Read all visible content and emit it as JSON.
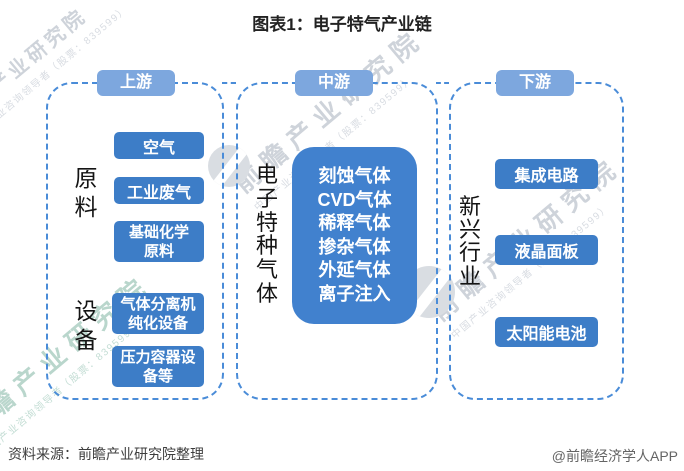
{
  "title": "图表1：电子特气产业链",
  "watermark": {
    "text": "前瞻产业研究院",
    "subtext": "中国产业咨询领导者（股票：839599）"
  },
  "upstream": {
    "header": "上游",
    "groups": [
      {
        "label": "原料",
        "items": [
          "空气",
          "工业废气",
          "基础化学\n原料"
        ]
      },
      {
        "label": "设备",
        "items": [
          "气体分离机\n纯化设备",
          "压力容器设\n备等"
        ]
      }
    ]
  },
  "midstream": {
    "header": "中游",
    "label": "电子特种气体",
    "items": [
      "刻蚀气体",
      "CVD气体",
      "稀释气体",
      "掺杂气体",
      "外延气体",
      "离子注入"
    ]
  },
  "downstream": {
    "header": "下游",
    "label": "新兴行业",
    "items": [
      "集成电路",
      "液晶面板",
      "太阳能电池"
    ]
  },
  "footer": {
    "source": "资料来源：前瞻产业研究院整理",
    "credit": "@前瞻经济学人APP"
  },
  "colors": {
    "box_blue": "#3D7DC7",
    "bigbox_blue": "#4181CE",
    "header_blue": "#7DA7DE",
    "dash_blue": "#4A8CD8"
  }
}
